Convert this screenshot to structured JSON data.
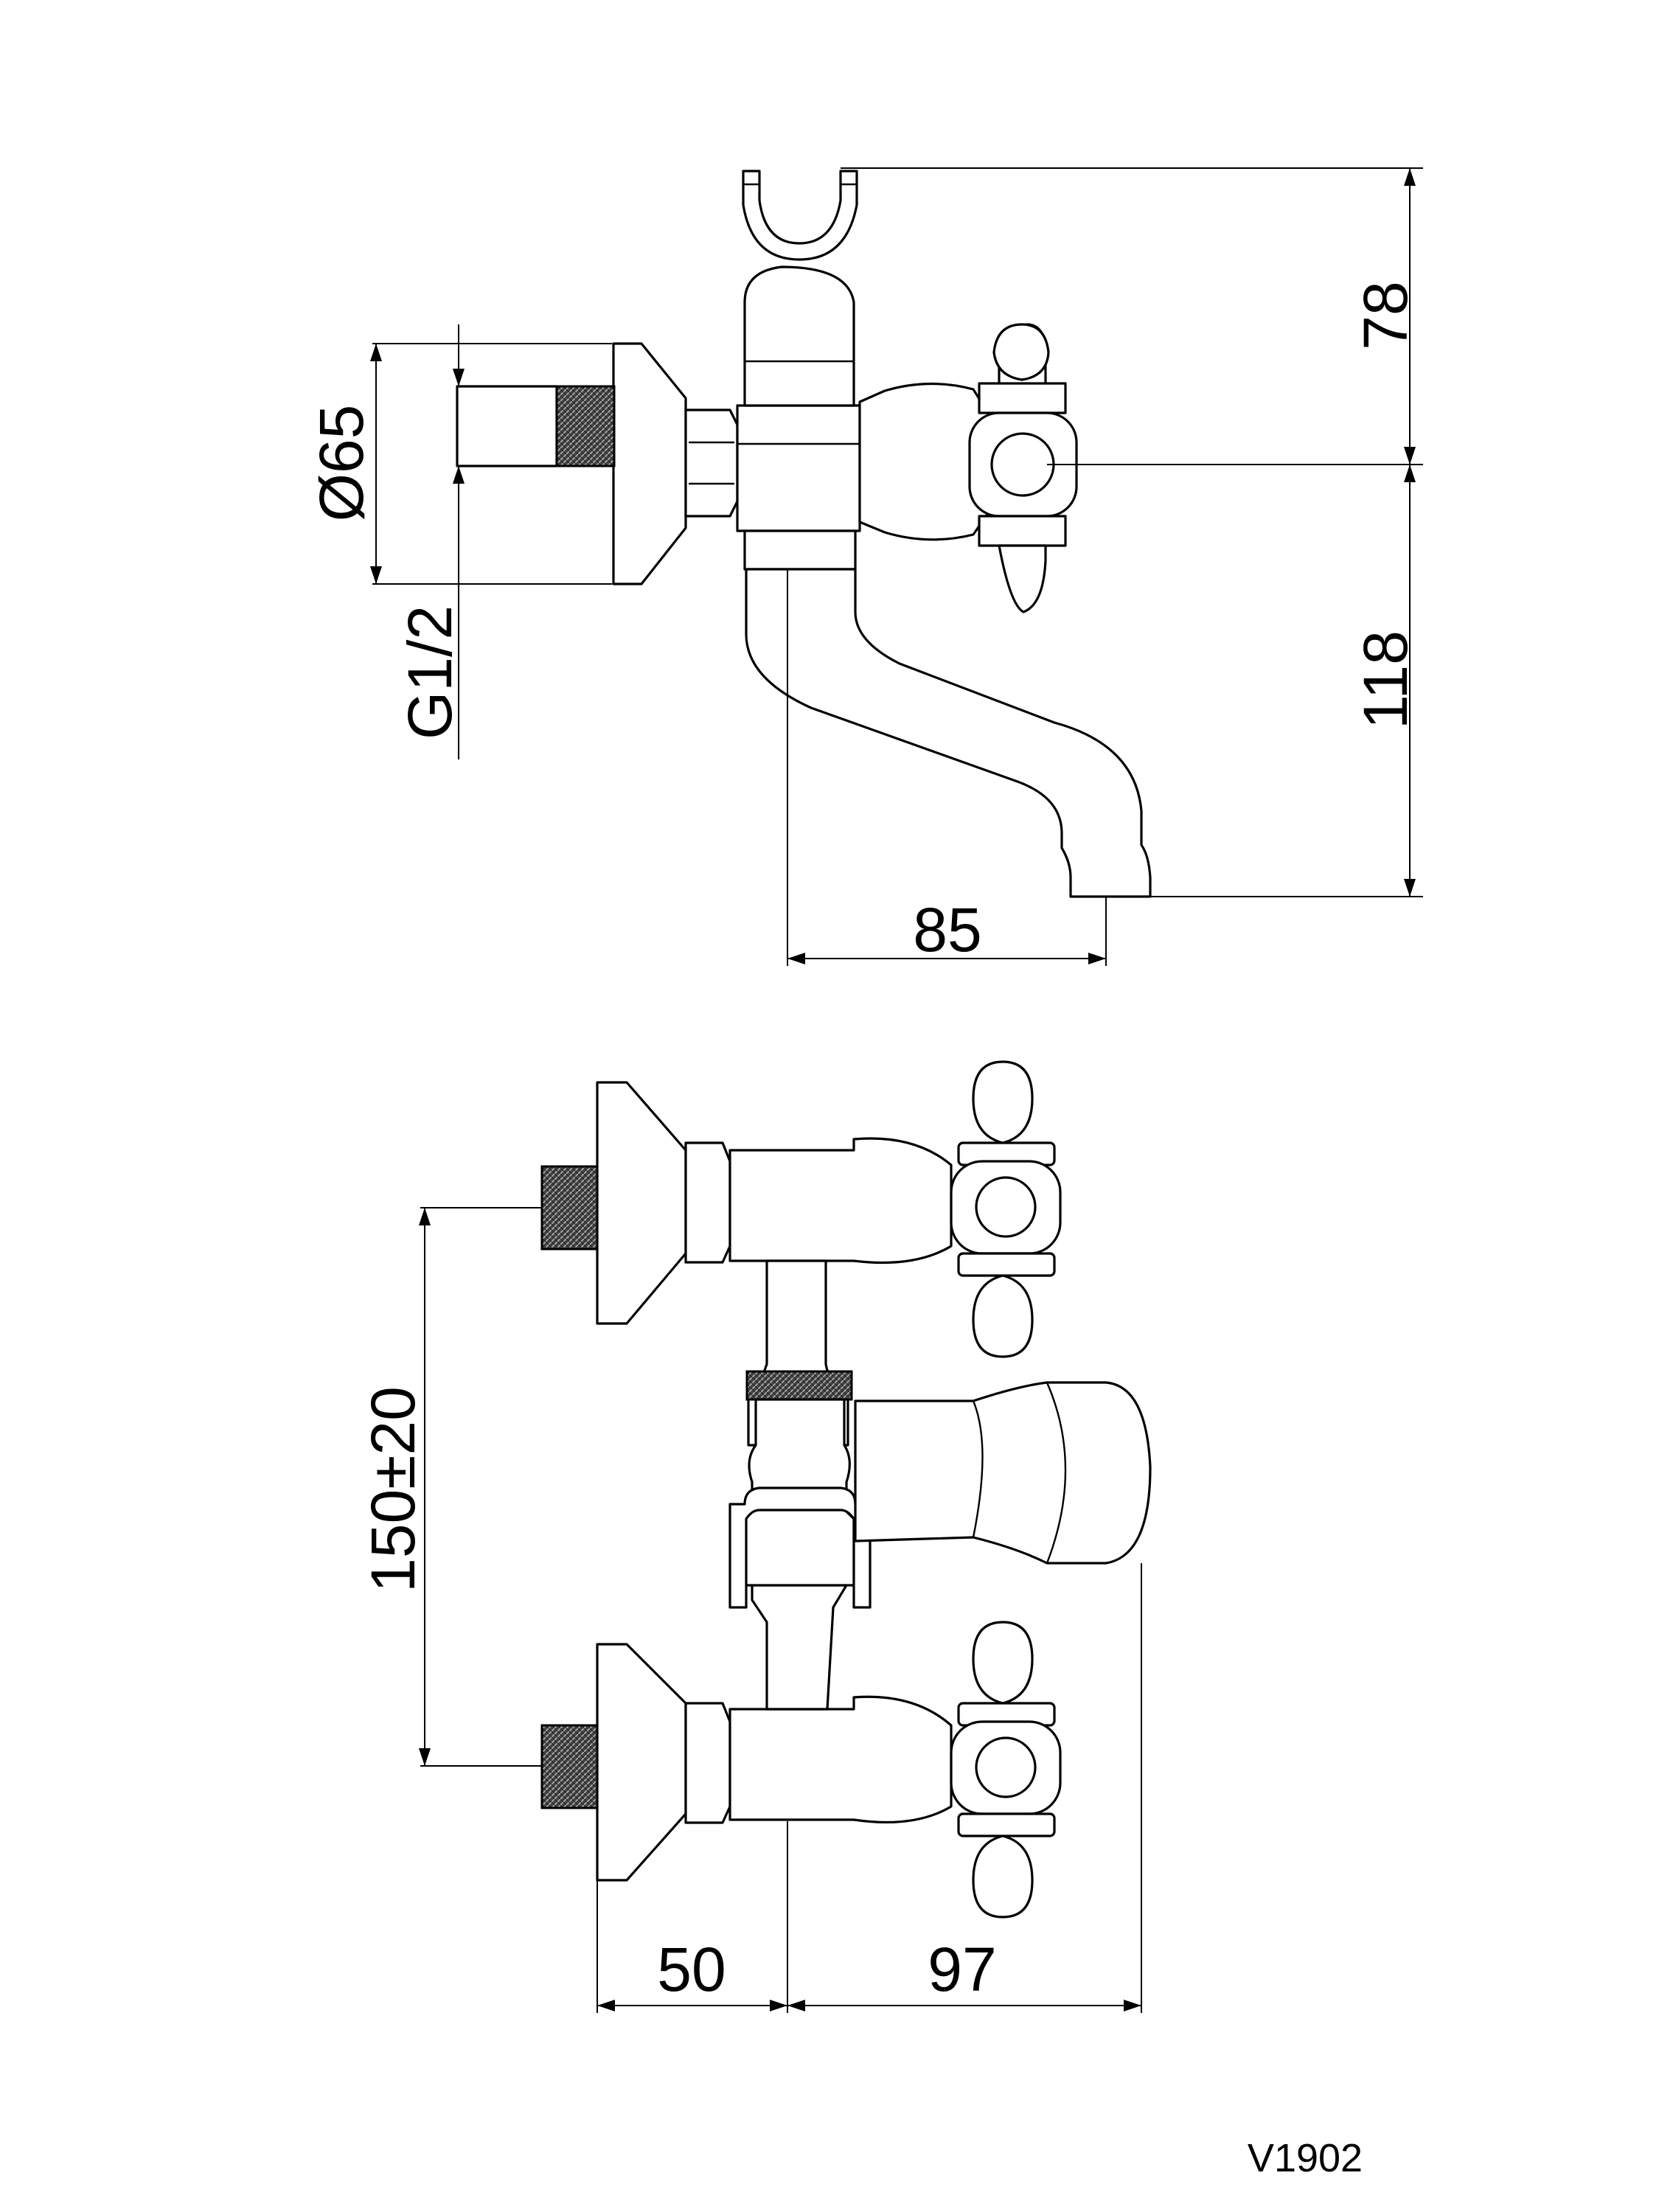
{
  "dimensions": {
    "diameter_flange": "Ø65",
    "thread": "G1/2",
    "height_holder_to_axis": "78",
    "height_axis_to_spout": "118",
    "spout_reach": "85",
    "centre_distance": "150±20",
    "depth_to_axis": "50",
    "depth_axis_to_front": "97"
  },
  "model_code": "V1902",
  "colors": {
    "line": "#000000",
    "background": "#ffffff"
  }
}
